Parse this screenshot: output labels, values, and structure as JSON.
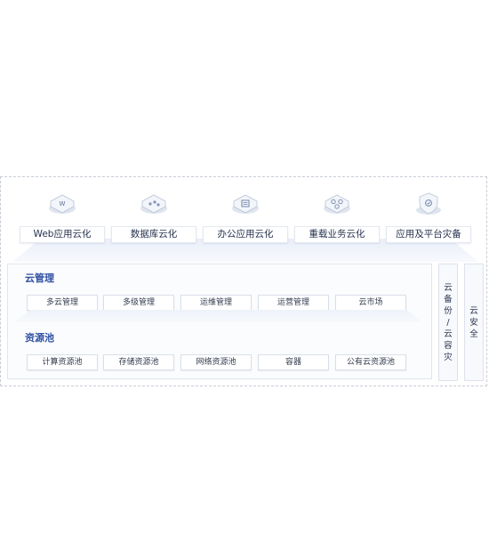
{
  "scenarios": [
    {
      "label": "Web应用云化",
      "icon": "web-app-icon"
    },
    {
      "label": "数据库云化",
      "icon": "database-icon"
    },
    {
      "label": "办公应用云化",
      "icon": "office-icon"
    },
    {
      "label": "重载业务云化",
      "icon": "heavy-workload-icon"
    },
    {
      "label": "应用及平台灾备",
      "icon": "shield-icon"
    }
  ],
  "cloud_management": {
    "title": "云管理",
    "items": [
      "多云管理",
      "多级管理",
      "运维管理",
      "运营管理",
      "云市场"
    ]
  },
  "resource_pool": {
    "title": "资源池",
    "items": [
      "计算资源池",
      "存储资源池",
      "网络资源池",
      "容器",
      "公有云资源池"
    ]
  },
  "side": {
    "backup_chars": [
      "云",
      "备",
      "份",
      "/",
      "云",
      "容",
      "灾"
    ],
    "security_chars": [
      "云",
      "安",
      "全"
    ]
  }
}
